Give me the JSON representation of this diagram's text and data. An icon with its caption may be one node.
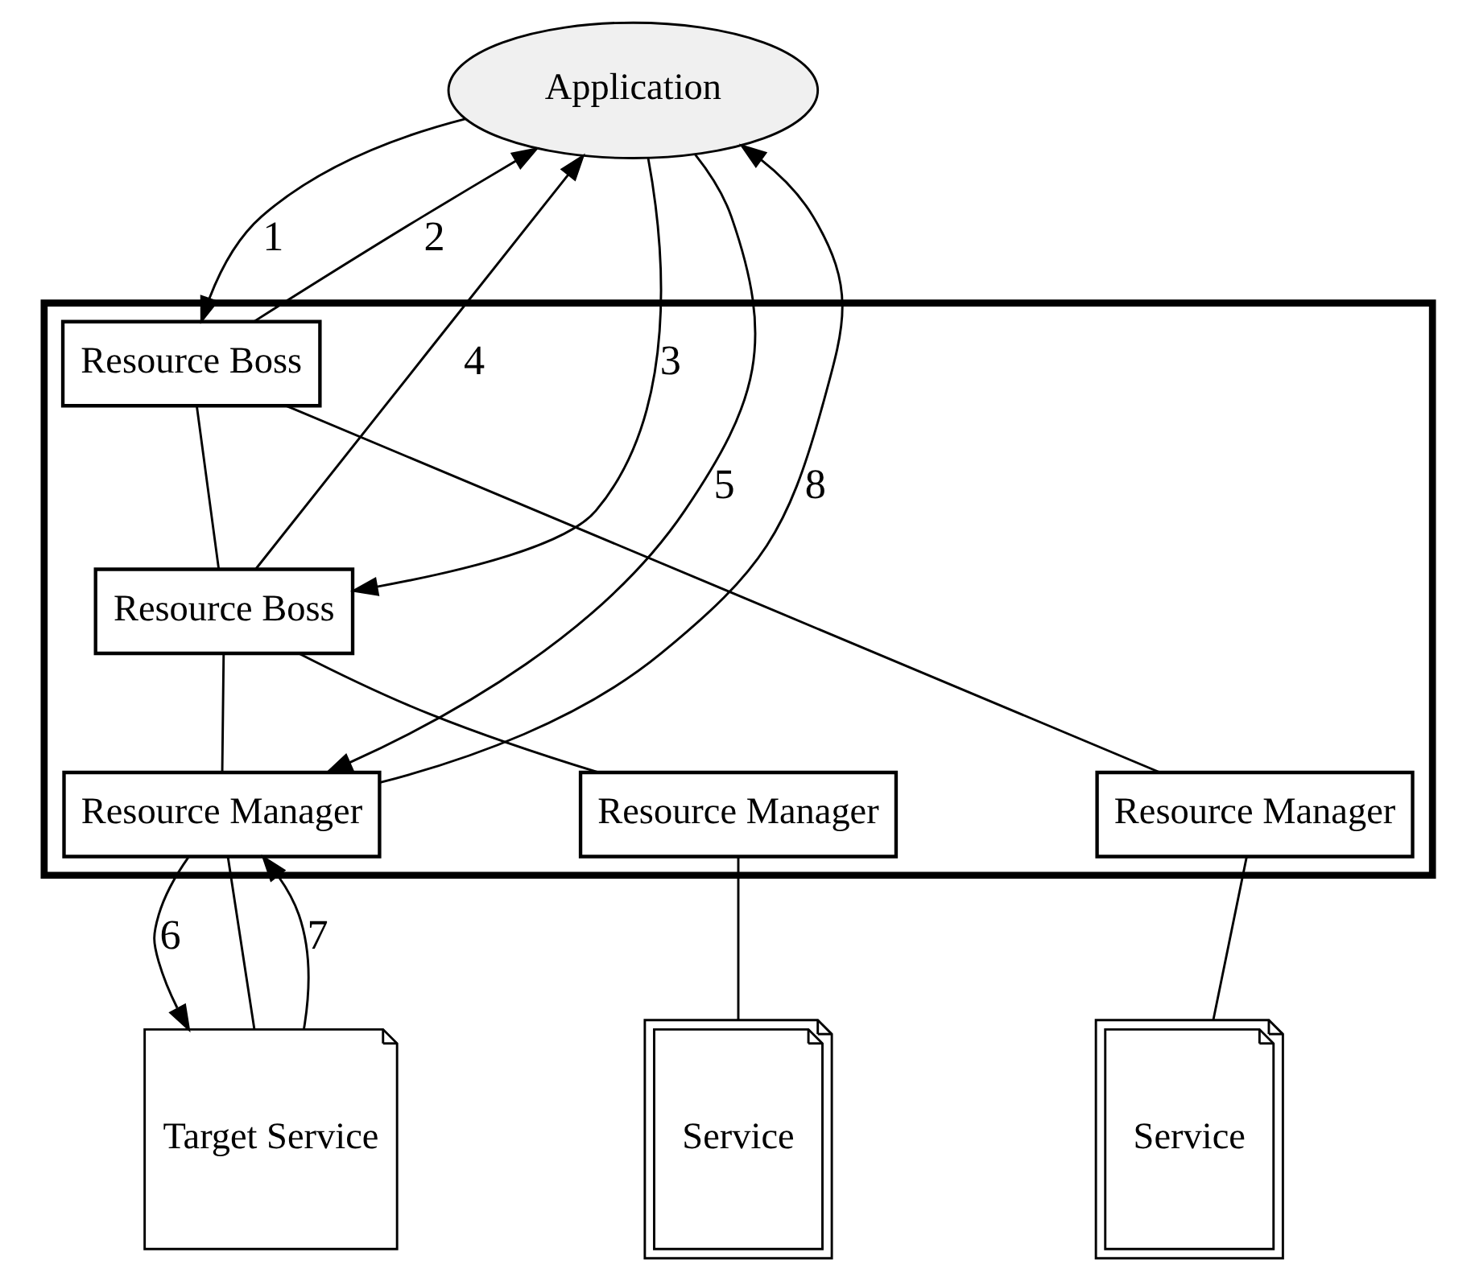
{
  "diagram": {
    "nodes": [
      {
        "text": [
          "Application"
        ]
      },
      {
        "text": [],
        "shape": "box"
      },
      {
        "text": [
          "Resource Boss"
        ],
        "in": 1
      },
      {
        "text": [
          "Resource Boss"
        ],
        "in": 1
      },
      {
        "text": [
          "Resource Manager"
        ],
        "in": 1
      },
      {
        "text": [
          "Resource Manager"
        ],
        "in": 1
      },
      {
        "text": [
          "Resource Manager"
        ],
        "in": 1
      },
      {
        "text": [
          "Target Service"
        ]
      },
      {
        "text": [
          "Service"
        ]
      },
      {
        "text": [
          "Service"
        ]
      }
    ],
    "edges": [
      {
        "from": 0,
        "to": 2,
        "arrow": "to",
        "label": "1"
      },
      {
        "from": 2,
        "to": 0,
        "arrow": "to",
        "label": "2"
      },
      {
        "from": 0,
        "to": 3,
        "arrow": "to",
        "label": "3"
      },
      {
        "from": 3,
        "to": 0,
        "arrow": "to",
        "label": "4"
      },
      {
        "from": 0,
        "to": 4,
        "arrow": "to",
        "label": "5"
      },
      {
        "from": 4,
        "to": 7,
        "arrow": "to",
        "label": "6"
      },
      {
        "from": 7,
        "to": 4,
        "arrow": "to",
        "label": "7"
      },
      {
        "from": 4,
        "to": 0,
        "arrow": "to",
        "label": "8"
      },
      {
        "from": 2,
        "to": 3,
        "arrow": "none"
      },
      {
        "from": 2,
        "to": 6,
        "arrow": "none"
      },
      {
        "from": 3,
        "to": 4,
        "arrow": "none"
      },
      {
        "from": 3,
        "to": 5,
        "arrow": "none"
      },
      {
        "from": 4,
        "to": 7,
        "arrow": "none"
      },
      {
        "from": 5,
        "to": 8,
        "arrow": "none"
      },
      {
        "from": 6,
        "to": 9,
        "arrow": "none"
      }
    ]
  }
}
